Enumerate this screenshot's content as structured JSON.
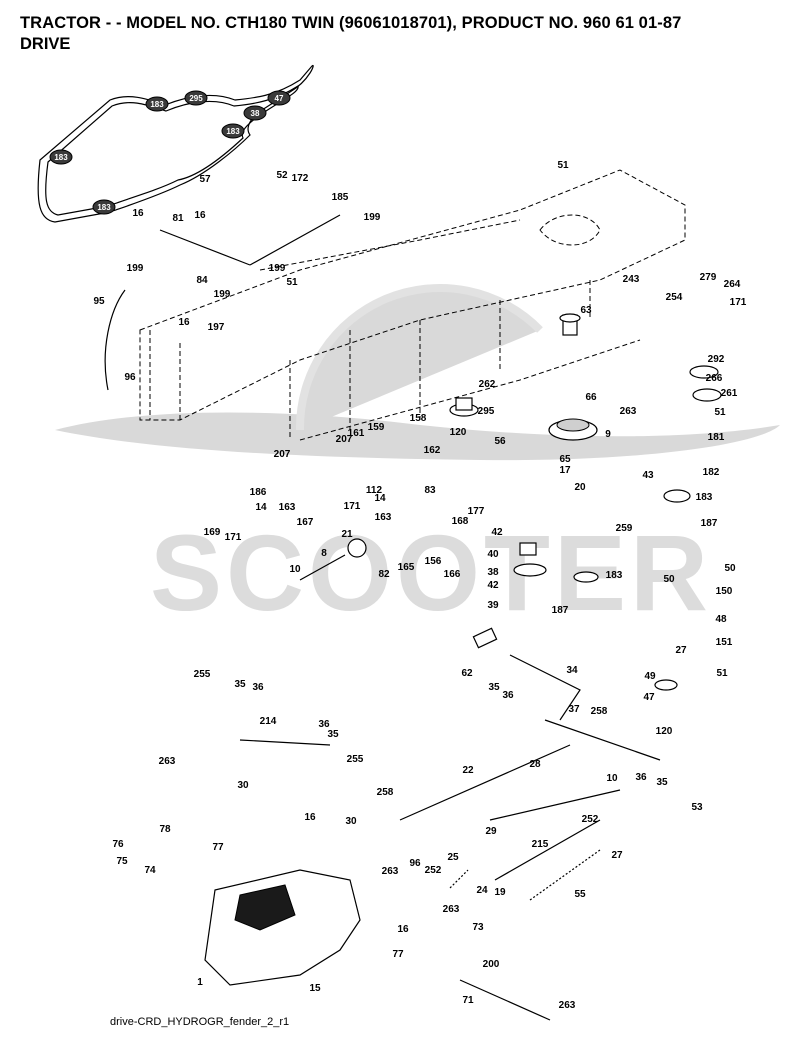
{
  "header": {
    "title": "TRACTOR - - MODEL NO. CTH180 TWIN (96061018701), PRODUCT NO. 960 61 01-87",
    "subtitle": "DRIVE"
  },
  "footer": {
    "filename": "drive-CRD_HYDROGR_fender_2_r1"
  },
  "watermark": {
    "text": "SCOOTER",
    "color": "#dcdcdc"
  },
  "belt_pulley_labels": [
    {
      "id": "belt-183a",
      "text": "183"
    },
    {
      "id": "belt-295",
      "text": "295"
    },
    {
      "id": "belt-47",
      "text": "47"
    },
    {
      "id": "belt-38",
      "text": "38"
    },
    {
      "id": "belt-183b",
      "text": "183"
    },
    {
      "id": "belt-183c",
      "text": "183"
    },
    {
      "id": "belt-183d",
      "text": "183"
    }
  ],
  "part_labels": [
    {
      "id": "p57",
      "text": "57"
    },
    {
      "id": "p51a",
      "text": "51"
    },
    {
      "id": "p52",
      "text": "52"
    },
    {
      "id": "p172",
      "text": "172"
    },
    {
      "id": "p185",
      "text": "185"
    },
    {
      "id": "p199a",
      "text": "199"
    },
    {
      "id": "p16a",
      "text": "16"
    },
    {
      "id": "p81",
      "text": "81"
    },
    {
      "id": "p16b",
      "text": "16"
    },
    {
      "id": "p199b",
      "text": "199"
    },
    {
      "id": "p84",
      "text": "84"
    },
    {
      "id": "p199c",
      "text": "199"
    },
    {
      "id": "p199d",
      "text": "199"
    },
    {
      "id": "p51b",
      "text": "51"
    },
    {
      "id": "p95",
      "text": "95"
    },
    {
      "id": "p16c",
      "text": "16"
    },
    {
      "id": "p197",
      "text": "197"
    },
    {
      "id": "p96",
      "text": "96"
    },
    {
      "id": "p243",
      "text": "243"
    },
    {
      "id": "p254",
      "text": "254"
    },
    {
      "id": "p63",
      "text": "63"
    },
    {
      "id": "p279",
      "text": "279"
    },
    {
      "id": "p264",
      "text": "264"
    },
    {
      "id": "p171a",
      "text": "171"
    },
    {
      "id": "p292",
      "text": "292"
    },
    {
      "id": "p266",
      "text": "266"
    },
    {
      "id": "p261",
      "text": "261"
    },
    {
      "id": "p51c",
      "text": "51"
    },
    {
      "id": "p262",
      "text": "262"
    },
    {
      "id": "p66",
      "text": "66"
    },
    {
      "id": "p295",
      "text": "295"
    },
    {
      "id": "p120a",
      "text": "120"
    },
    {
      "id": "p56",
      "text": "56"
    },
    {
      "id": "p263a",
      "text": "263"
    },
    {
      "id": "p9",
      "text": "9"
    },
    {
      "id": "p181",
      "text": "181"
    },
    {
      "id": "p65",
      "text": "65"
    },
    {
      "id": "p17",
      "text": "17"
    },
    {
      "id": "p20",
      "text": "20"
    },
    {
      "id": "p43",
      "text": "43"
    },
    {
      "id": "p182",
      "text": "182"
    },
    {
      "id": "p183a",
      "text": "183"
    },
    {
      "id": "p187a",
      "text": "187"
    },
    {
      "id": "p158",
      "text": "158"
    },
    {
      "id": "p161",
      "text": "161"
    },
    {
      "id": "p159",
      "text": "159"
    },
    {
      "id": "p207a",
      "text": "207"
    },
    {
      "id": "p162",
      "text": "162"
    },
    {
      "id": "p207b",
      "text": "207"
    },
    {
      "id": "p112",
      "text": "112"
    },
    {
      "id": "p14a",
      "text": "14"
    },
    {
      "id": "p83",
      "text": "83"
    },
    {
      "id": "p186",
      "text": "186"
    },
    {
      "id": "p14b",
      "text": "14"
    },
    {
      "id": "p163a",
      "text": "163"
    },
    {
      "id": "p171b",
      "text": "171"
    },
    {
      "id": "p167",
      "text": "167"
    },
    {
      "id": "p163b",
      "text": "163"
    },
    {
      "id": "p169",
      "text": "169"
    },
    {
      "id": "p171c",
      "text": "171"
    },
    {
      "id": "p177",
      "text": "177"
    },
    {
      "id": "p42a",
      "text": "42"
    },
    {
      "id": "p259",
      "text": "259"
    },
    {
      "id": "p168",
      "text": "168"
    },
    {
      "id": "p21",
      "text": "21"
    },
    {
      "id": "p8",
      "text": "8"
    },
    {
      "id": "p156",
      "text": "156"
    },
    {
      "id": "p165",
      "text": "165"
    },
    {
      "id": "p82",
      "text": "82"
    },
    {
      "id": "p166",
      "text": "166"
    },
    {
      "id": "p40",
      "text": "40"
    },
    {
      "id": "p38",
      "text": "38"
    },
    {
      "id": "p42b",
      "text": "42"
    },
    {
      "id": "p39",
      "text": "39"
    },
    {
      "id": "p183b",
      "text": "183"
    },
    {
      "id": "p187b",
      "text": "187"
    },
    {
      "id": "p10a",
      "text": "10"
    },
    {
      "id": "p50a",
      "text": "50"
    },
    {
      "id": "p50b",
      "text": "50"
    },
    {
      "id": "p150",
      "text": "150"
    },
    {
      "id": "p48",
      "text": "48"
    },
    {
      "id": "p27a",
      "text": "27"
    },
    {
      "id": "p151",
      "text": "151"
    },
    {
      "id": "p62",
      "text": "62"
    },
    {
      "id": "p35a",
      "text": "35"
    },
    {
      "id": "p36a",
      "text": "36"
    },
    {
      "id": "p34",
      "text": "34"
    },
    {
      "id": "p51d",
      "text": "51"
    },
    {
      "id": "p49",
      "text": "49"
    },
    {
      "id": "p47",
      "text": "47"
    },
    {
      "id": "p120b",
      "text": "120"
    },
    {
      "id": "p255a",
      "text": "255"
    },
    {
      "id": "p35b",
      "text": "35"
    },
    {
      "id": "p36b",
      "text": "36"
    },
    {
      "id": "p214",
      "text": "214"
    },
    {
      "id": "p36c",
      "text": "36"
    },
    {
      "id": "p35c",
      "text": "35"
    },
    {
      "id": "p255b",
      "text": "255"
    },
    {
      "id": "p37",
      "text": "37"
    },
    {
      "id": "p258a",
      "text": "258"
    },
    {
      "id": "p263b",
      "text": "263"
    },
    {
      "id": "p30a",
      "text": "30"
    },
    {
      "id": "p22",
      "text": "22"
    },
    {
      "id": "p28",
      "text": "28"
    },
    {
      "id": "p36d",
      "text": "36"
    },
    {
      "id": "p35d",
      "text": "35"
    },
    {
      "id": "p10b",
      "text": "10"
    },
    {
      "id": "p258b",
      "text": "258"
    },
    {
      "id": "p252a",
      "text": "252"
    },
    {
      "id": "p53",
      "text": "53"
    },
    {
      "id": "p29",
      "text": "29"
    },
    {
      "id": "p16d",
      "text": "16"
    },
    {
      "id": "p30b",
      "text": "30"
    },
    {
      "id": "p76",
      "text": "76"
    },
    {
      "id": "p78",
      "text": "78"
    },
    {
      "id": "p75",
      "text": "75"
    },
    {
      "id": "p77a",
      "text": "77"
    },
    {
      "id": "p74",
      "text": "74"
    },
    {
      "id": "p263c",
      "text": "263"
    },
    {
      "id": "p96b",
      "text": "96"
    },
    {
      "id": "p25",
      "text": "25"
    },
    {
      "id": "p252b",
      "text": "252"
    },
    {
      "id": "p24",
      "text": "24"
    },
    {
      "id": "p19",
      "text": "19"
    },
    {
      "id": "p215",
      "text": "215"
    },
    {
      "id": "p27b",
      "text": "27"
    },
    {
      "id": "p55",
      "text": "55"
    },
    {
      "id": "p263d",
      "text": "263"
    },
    {
      "id": "p73",
      "text": "73"
    },
    {
      "id": "p16e",
      "text": "16"
    },
    {
      "id": "p77b",
      "text": "77"
    },
    {
      "id": "p200",
      "text": "200"
    },
    {
      "id": "p1",
      "text": "1"
    },
    {
      "id": "p15",
      "text": "15"
    },
    {
      "id": "p71",
      "text": "71"
    },
    {
      "id": "p263e",
      "text": "263"
    }
  ]
}
